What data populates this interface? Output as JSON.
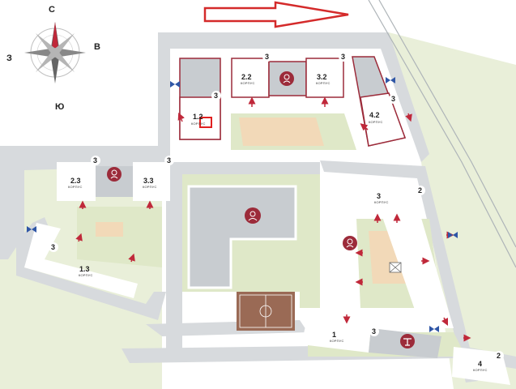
{
  "compass": {
    "north": "С",
    "east": "В",
    "west": "З",
    "south": "Ю"
  },
  "colors": {
    "accent": "#9c2b3a",
    "road": "#d7dadd",
    "green": "#dfe8c8",
    "building": "#c8ccd0",
    "arrow_blue": "#2f56a6",
    "arrow_red": "#c0283a"
  },
  "buildings": [
    {
      "id": "1-2",
      "number": "1.2",
      "subtitle": "КОРПУС",
      "sections": "3"
    },
    {
      "id": "2-2",
      "number": "2.2",
      "subtitle": "КОРПУС",
      "sections": "3"
    },
    {
      "id": "3-2",
      "number": "3.2",
      "subtitle": "КОРПУС",
      "sections": "3"
    },
    {
      "id": "4-2",
      "number": "4.2",
      "subtitle": "КОРПУС",
      "sections": "3"
    },
    {
      "id": "2-3",
      "number": "2.3",
      "subtitle": "КОРПУС",
      "sections": "3"
    },
    {
      "id": "3-3",
      "number": "3.3",
      "subtitle": "КОРПУС",
      "sections": "3"
    },
    {
      "id": "1-3",
      "number": "1.3",
      "subtitle": "КОРПУС",
      "sections": "3"
    },
    {
      "id": "3",
      "number": "3",
      "subtitle": "КОРПУС",
      "sections": "2"
    },
    {
      "id": "1",
      "number": "1",
      "subtitle": "КОРПУС",
      "sections": "3"
    },
    {
      "id": "4",
      "number": "4",
      "subtitle": "КОРПУС",
      "sections": "2"
    }
  ],
  "facilities": [
    {
      "id": "kindergarten-north",
      "icon": "kindergarten-icon"
    },
    {
      "id": "kindergarten-west",
      "icon": "kindergarten-icon"
    },
    {
      "id": "school",
      "icon": "school-icon"
    },
    {
      "id": "kindergarten-east",
      "icon": "kindergarten-icon"
    },
    {
      "id": "sports",
      "icon": "fitness-icon"
    }
  ]
}
